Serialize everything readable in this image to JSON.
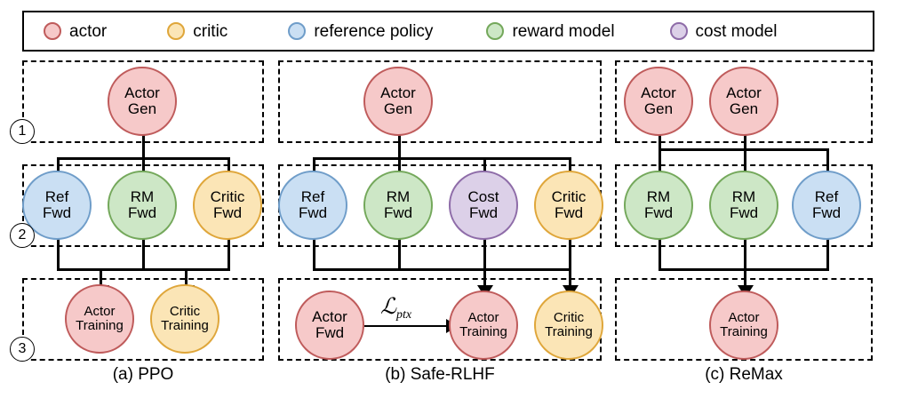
{
  "legend": {
    "items": [
      {
        "name": "actor",
        "color": "#f6c9c9",
        "border": "#bf5b5b"
      },
      {
        "name": "critic",
        "color": "#fbe5b6",
        "border": "#dfa63a"
      },
      {
        "name": "reference policy",
        "color": "#cadff3",
        "border": "#6f9dc9"
      },
      {
        "name": "reward model",
        "color": "#cde7c6",
        "border": "#74a85b"
      },
      {
        "name": "cost model",
        "color": "#dcd0e8",
        "border": "#8e6ca8"
      }
    ]
  },
  "stage_numbers": [
    "1",
    "2",
    "3"
  ],
  "panels": [
    {
      "id": "ppo",
      "caption": "(a) PPO",
      "stage1": [
        {
          "line1": "Actor",
          "line2": "Gen",
          "type": "actor"
        }
      ],
      "stage2": [
        {
          "line1": "Ref",
          "line2": "Fwd",
          "type": "ref"
        },
        {
          "line1": "RM",
          "line2": "Fwd",
          "type": "rm"
        },
        {
          "line1": "Critic",
          "line2": "Fwd",
          "type": "critic"
        }
      ],
      "stage3": [
        {
          "line1": "Actor",
          "line2": "Training",
          "type": "actor"
        },
        {
          "line1": "Critic",
          "line2": "Training",
          "type": "critic"
        }
      ]
    },
    {
      "id": "safe-rlhf",
      "caption": "(b) Safe-RLHF",
      "stage1": [
        {
          "line1": "Actor",
          "line2": "Gen",
          "type": "actor"
        }
      ],
      "stage2": [
        {
          "line1": "Ref",
          "line2": "Fwd",
          "type": "ref"
        },
        {
          "line1": "RM",
          "line2": "Fwd",
          "type": "rm"
        },
        {
          "line1": "Cost",
          "line2": "Fwd",
          "type": "cost"
        },
        {
          "line1": "Critic",
          "line2": "Fwd",
          "type": "critic"
        }
      ],
      "stage3": [
        {
          "line1": "Actor",
          "line2": "Fwd",
          "type": "actor"
        },
        {
          "line1": "Actor",
          "line2": "Training",
          "type": "actor"
        },
        {
          "line1": "Critic",
          "line2": "Training",
          "type": "critic"
        }
      ],
      "loss_label": {
        "symbol": "L",
        "subscript": "ptx"
      }
    },
    {
      "id": "remax",
      "caption": "(c) ReMax",
      "stage1": [
        {
          "line1": "Actor",
          "line2": "Gen",
          "type": "actor"
        },
        {
          "line1": "Actor",
          "line2": "Gen",
          "type": "actor"
        }
      ],
      "stage2": [
        {
          "line1": "RM",
          "line2": "Fwd",
          "type": "rm"
        },
        {
          "line1": "RM",
          "line2": "Fwd",
          "type": "rm"
        },
        {
          "line1": "Ref",
          "line2": "Fwd",
          "type": "ref"
        }
      ],
      "stage3": [
        {
          "line1": "Actor",
          "line2": "Training",
          "type": "actor"
        }
      ]
    }
  ]
}
